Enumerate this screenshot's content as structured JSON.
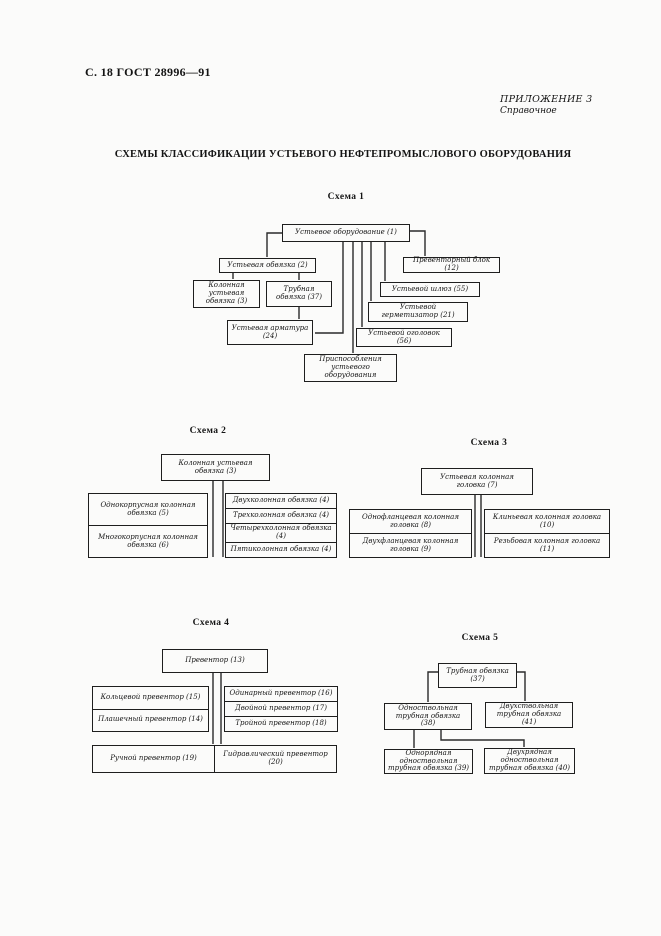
{
  "header": {
    "page_ref": "С. 18 ГОСТ 28996—91",
    "annex": "ПРИЛОЖЕНИЕ 3",
    "annex_type": "Справочное"
  },
  "title": "СХЕМЫ КЛАССИФИКАЦИИ УСТЬЕВОГО НЕФТЕПРОМЫСЛОВОГО ОБОРУДОВАНИЯ",
  "s1": {
    "label": "Схема 1",
    "root": "Устьевое оборудование (1)",
    "obvyazka": "Устьевая обвязка (2)",
    "kolonnaya": "Колонная устьевая обвязка (3)",
    "trubnaya": "Трубная обвязка (37)",
    "armatura": "Устьевая арматура (24)",
    "prisposobleniya": "Приспособления устьевого оборудования",
    "preventorny_blok": "Превенторный блок (12)",
    "shlyuz": "Устьевой шлюз (55)",
    "germetizator": "Устьевой герметизатор (21)",
    "ogolovok": "Устьевой оголовок (56)"
  },
  "s2": {
    "label": "Схема 2",
    "root": "Колонная устьевая обвязка (3)",
    "left": [
      "Однокорпусная колонная обвязка (5)",
      "Многокорпусная колонная обвязка (6)"
    ],
    "right": [
      "Двухколонная обвязка (4)",
      "Трехколонная обвязка (4)",
      "Четырехколонная обвязка (4)",
      "Пятиколонная обвязка (4)"
    ]
  },
  "s3": {
    "label": "Схема 3",
    "root": "Устьевая колонная головка (7)",
    "left": [
      "Однофланцевая колонная головка (8)",
      "Двухфланцевая колонная головка (9)"
    ],
    "right": [
      "Клиньевая колонная головка (10)",
      "Резьбовая колонная головка (11)"
    ]
  },
  "s4": {
    "label": "Схема 4",
    "root": "Превентор (13)",
    "left": [
      "Кольцевой превентор (15)",
      "Плашечный превентор (14)"
    ],
    "right": [
      "Одинарный превентор (16)",
      "Двойной превентор (17)",
      "Тройной превентор (18)"
    ],
    "bottom": [
      "Ручной превентор (19)",
      "Гидравлический превентор (20)"
    ]
  },
  "s5": {
    "label": "Схема 5",
    "root": "Трубная обвязка (37)",
    "left": "Одноствольная трубная обвязка (38)",
    "right": "Двухствольная трубная обвязка (41)",
    "bottom_left": "Однорядная одноствольная трубная обвязка (39)",
    "bottom_right": "Двухрядная одноствольная трубная обвязка (40)"
  },
  "colors": {
    "page_bg": "#fbfbfa",
    "ink": "#1e1e1e"
  }
}
